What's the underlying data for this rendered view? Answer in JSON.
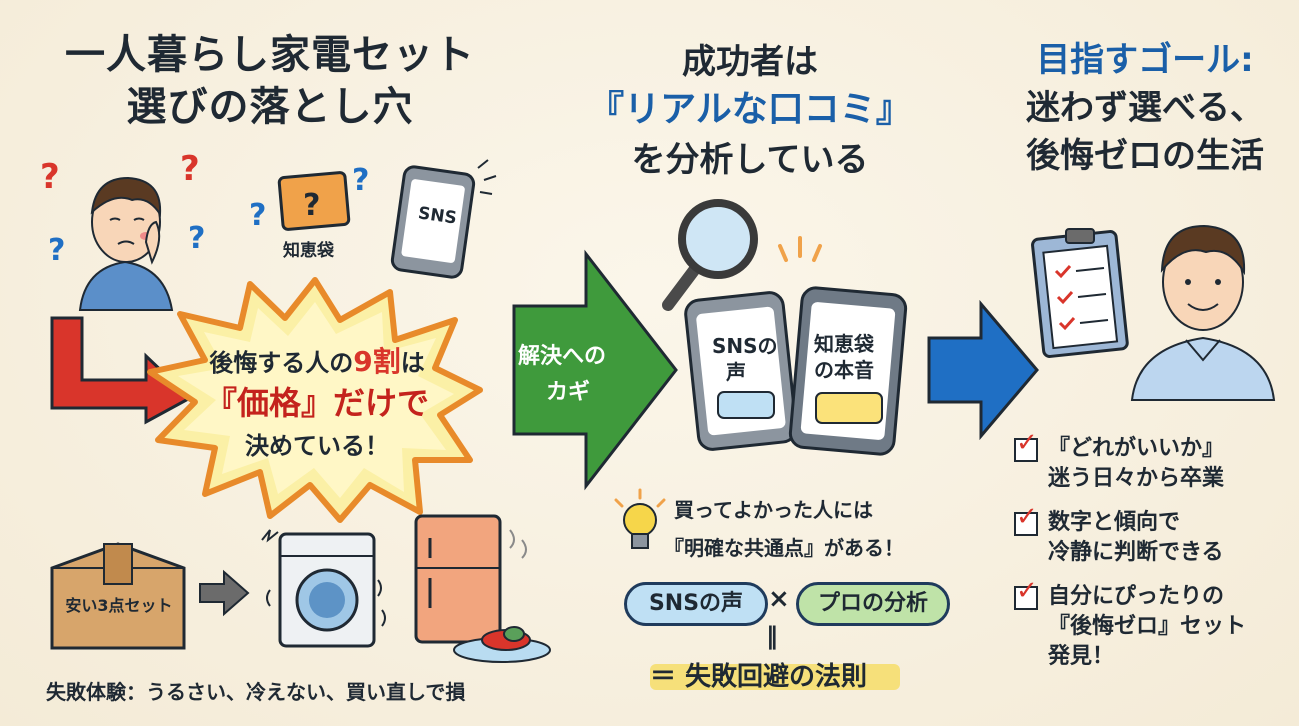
{
  "left": {
    "title_line1": "一人暮らし家電セット",
    "title_line2": "選びの落とし穴",
    "book_label": "知恵袋",
    "phone_label": "SNS",
    "burst_line1": "後悔する人の",
    "burst_highlight_num": "9割",
    "burst_line1_end": "は",
    "burst_line2": "『価格』だけで",
    "burst_line3": "決めている！",
    "box_label": "安い3点セット",
    "failure_text": "失敗体験：うるさい、冷えない、買い直しで損"
  },
  "middle": {
    "arrow_line1": "解決への",
    "arrow_line2": "カギ",
    "title_line1": "成功者は",
    "title_line2": "『リアルな口コミ』",
    "title_line3": "を分析している",
    "phone1_line1": "SNSの",
    "phone1_line2": "声",
    "phone2_line1": "知恵袋",
    "phone2_line2": "の本音",
    "insight_line1": "買ってよかった人には",
    "insight_line2": "『明確な共通点』がある！",
    "pill1": "SNSの声",
    "times": "×",
    "pill2": "プロの分析",
    "equals": "＝",
    "rule": "＝ 失敗回避の法則"
  },
  "right": {
    "title_line1": "目指すゴール:",
    "title_line2": "迷わず選べる、",
    "title_line3": "後悔ゼロの生活",
    "checks": [
      {
        "line1": "『どれがいいか』",
        "line2": "迷う日々から卒業"
      },
      {
        "line1": "数字と傾向で",
        "line2": "冷静に判断できる"
      },
      {
        "line1": "自分にぴったりの",
        "line2": "『後悔ゼロ』セット",
        "line3": "発見！"
      }
    ]
  },
  "colors": {
    "red": "#d9352b",
    "green": "#3f9a3c",
    "blue": "#1f6fc4",
    "yellow": "#f6d64a",
    "navy": "#1f3b5c"
  }
}
